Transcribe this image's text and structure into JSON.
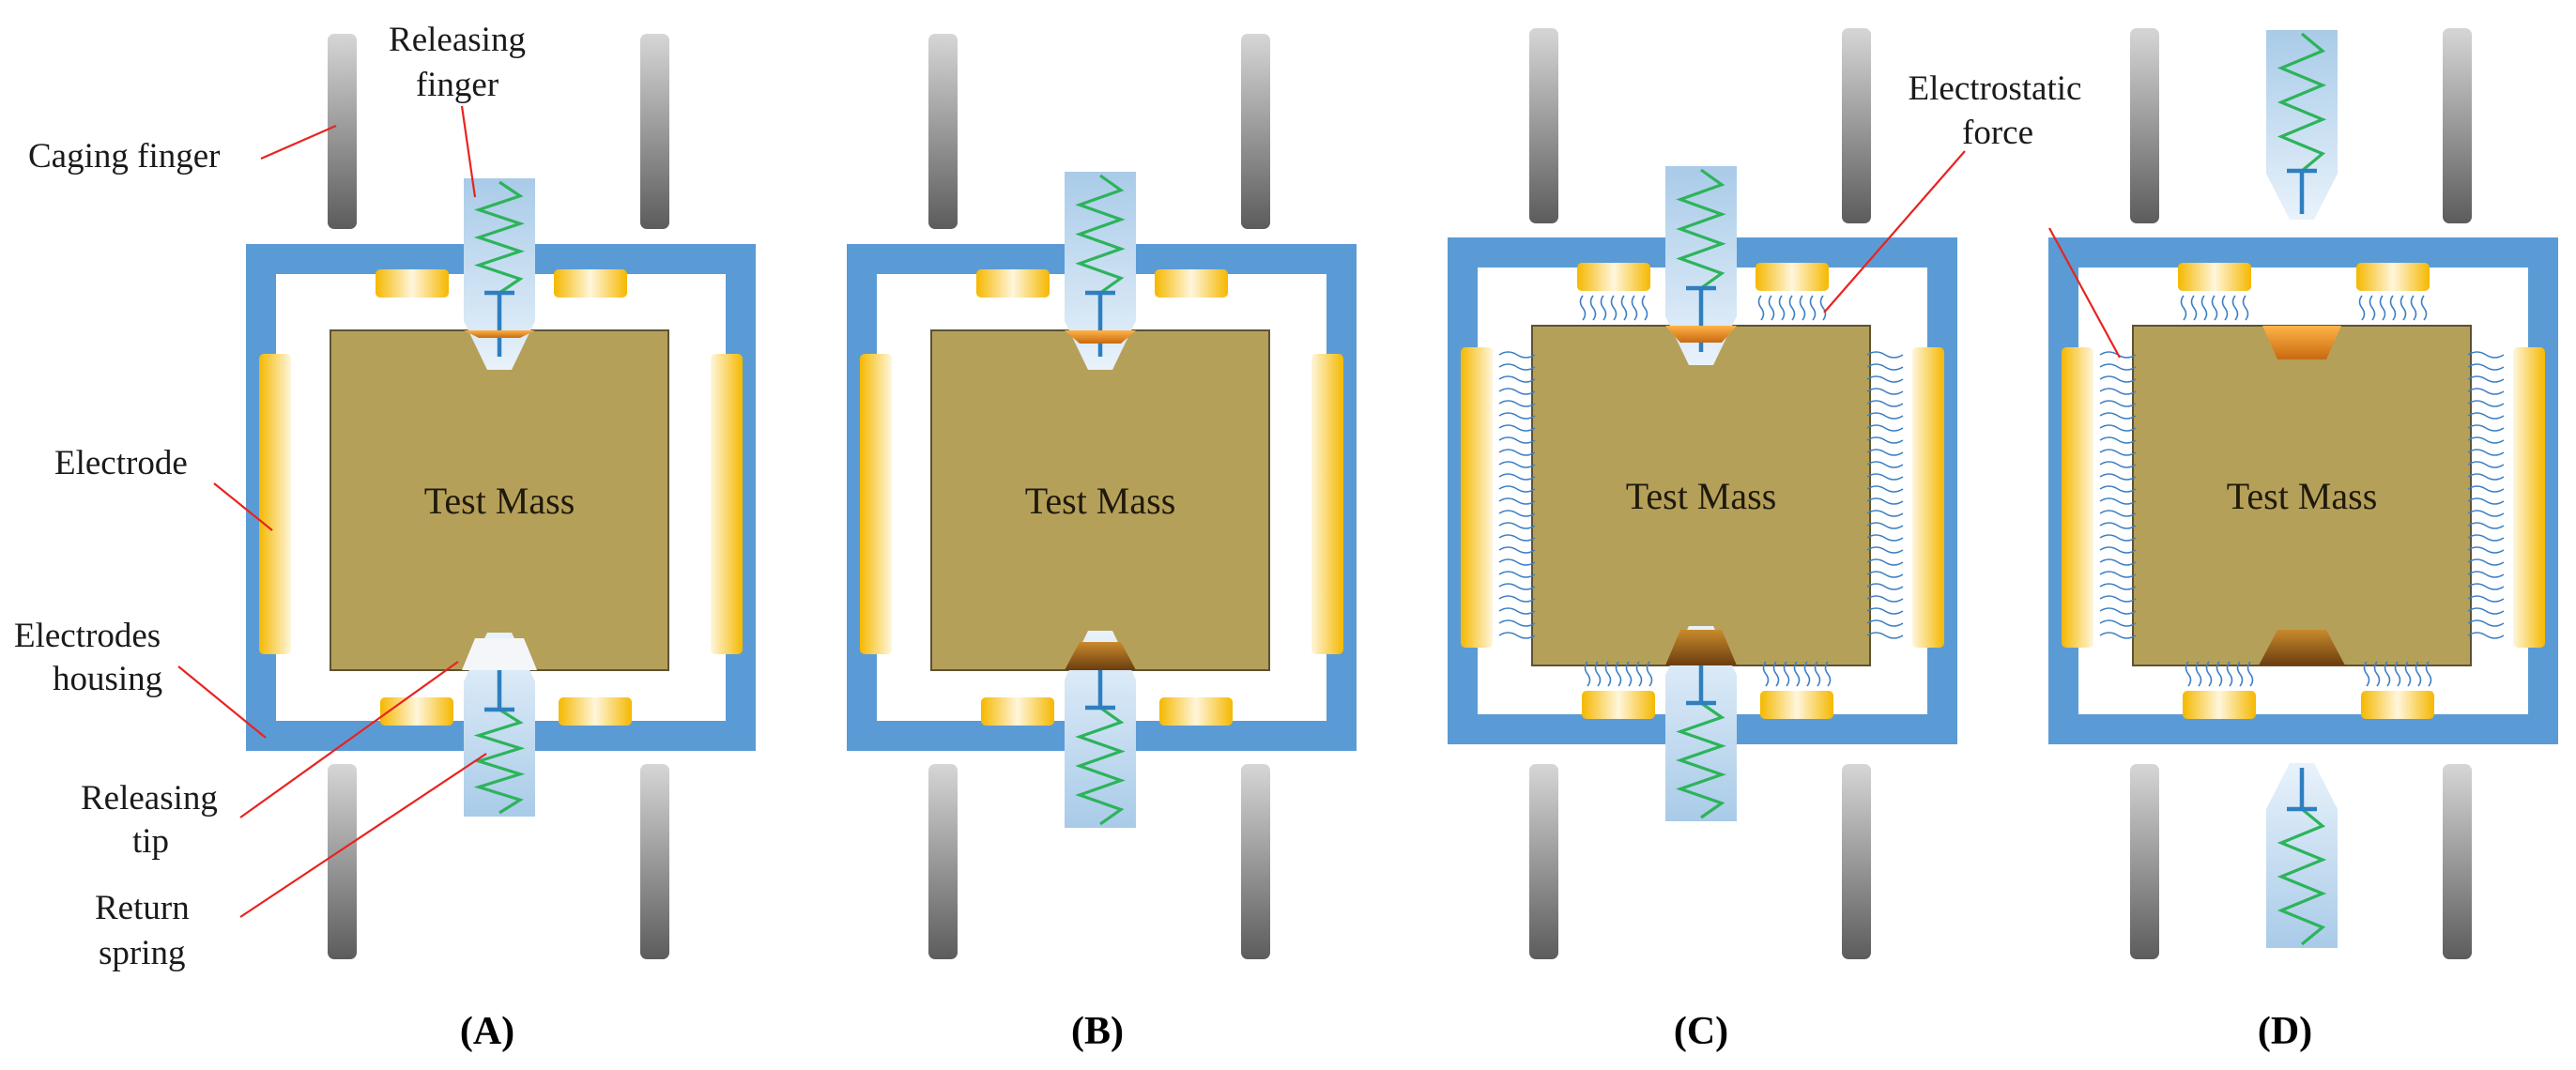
{
  "labels": {
    "caging_finger": "Caging finger",
    "releasing_finger_l1": "Releasing",
    "releasing_finger_l2": "finger",
    "electrode": "Electrode",
    "electrodes_housing_l1": "Electrodes",
    "electrodes_housing_l2": "housing",
    "releasing_tip_l1": "Releasing",
    "releasing_tip_l2": "tip",
    "return_spring_l1": "Return",
    "return_spring_l2": "spring",
    "electrostatic_force_l1": "Electrostatic",
    "electrostatic_force_l2": "force"
  },
  "panels": [
    {
      "caption": "(A)",
      "test_mass": "Test Mass"
    },
    {
      "caption": "(B)",
      "test_mass": "Test Mass"
    },
    {
      "caption": "(C)",
      "test_mass": "Test Mass"
    },
    {
      "caption": "(D)",
      "test_mass": "Test Mass"
    }
  ],
  "colors": {
    "housing": "#5b9bd5",
    "test_mass": "#b5a05a",
    "spring": "#2db35a",
    "tip": "#2e7fbf",
    "electrode": "#f5b800",
    "leader_line": "#e8231f"
  }
}
